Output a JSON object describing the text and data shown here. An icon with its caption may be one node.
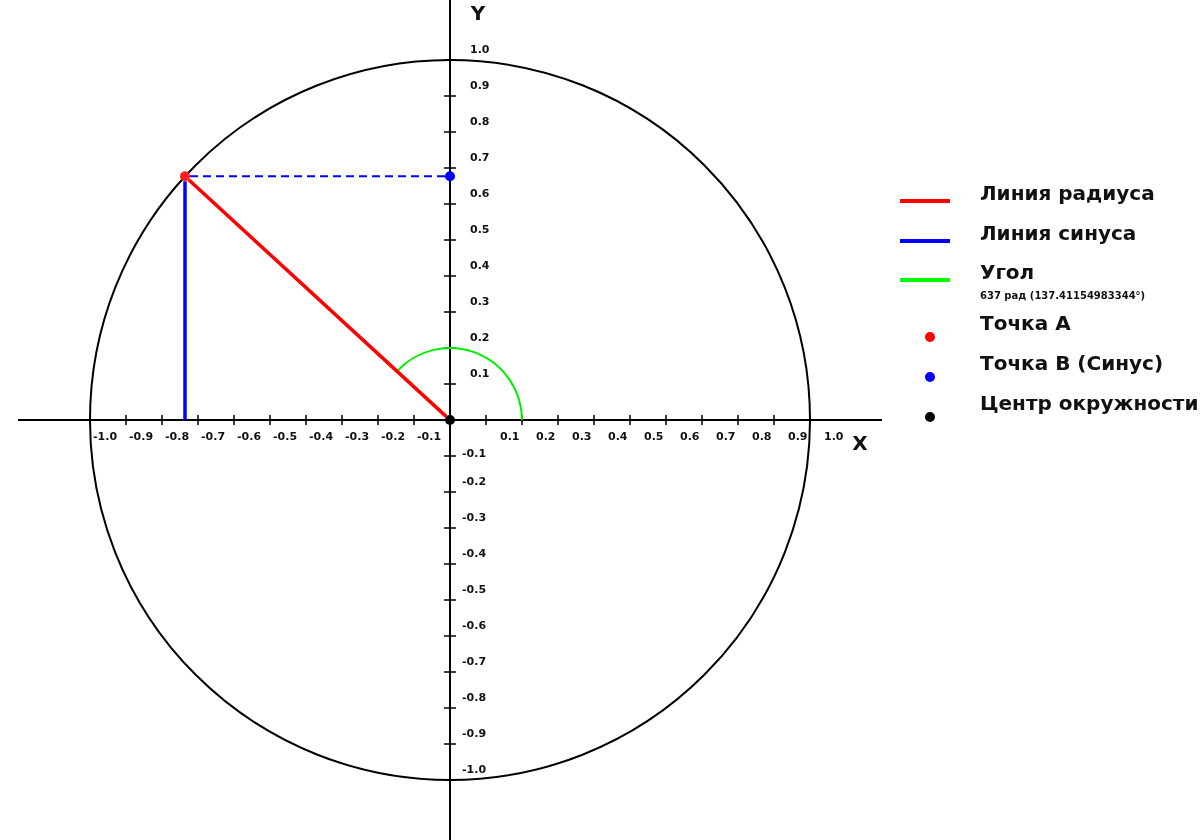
{
  "diagram": {
    "nodes": [
      {
        "text": [],
        "shape": "circle"
      },
      {
        "text": [],
        "shape": "circle"
      },
      {
        "text": [],
        "shape": "circle"
      }
    ],
    "edges": [
      {
        "from": 2,
        "to": 0,
        "arrow": "none",
        "color": "#ff0000"
      },
      {
        "from": 0,
        "to": null,
        "arrow": "none",
        "color": "#0000ff"
      },
      {
        "from": 0,
        "to": 1,
        "arrow": "none",
        "style": "dashed",
        "color": "#0000ff"
      }
    ],
    "labels": [
      "Y",
      "1.0",
      "0.9",
      "0.8",
      "0.7",
      "0.6",
      "0.5",
      "0.4",
      "0.3",
      "0.2",
      "0.1",
      "-1.0",
      "-0.9",
      "-0.8",
      "-0.7",
      "-0.6",
      "-0.5",
      "-0.4",
      "-0.3",
      "-0.2",
      "-0.1",
      "0.1",
      "0.2",
      "0.3",
      "0.4",
      "0.5",
      "0.6",
      "0.7",
      "0.8",
      "0.9",
      "1.0",
      "X",
      "-0.1",
      "-0.2",
      "-0.3",
      "-0.4",
      "-0.5",
      "-0.6",
      "-0.7",
      "-0.8",
      "-0.9",
      "-1.0",
      "637 рад (137.41154983344°)"
    ],
    "legend": [
      {
        "text": "Линия радиуса",
        "color": "#ff0000"
      },
      {
        "text": "Линия синуса",
        "color": "#0000ff"
      },
      {
        "text": "Угол",
        "color": "#00ff00"
      },
      {
        "text": "Точка А",
        "color": "#ff0000"
      },
      {
        "text": "Точка В (Синус)",
        "color": "#0000ff"
      },
      {
        "text": "Центр окружности",
        "color": "#000000"
      }
    ]
  }
}
